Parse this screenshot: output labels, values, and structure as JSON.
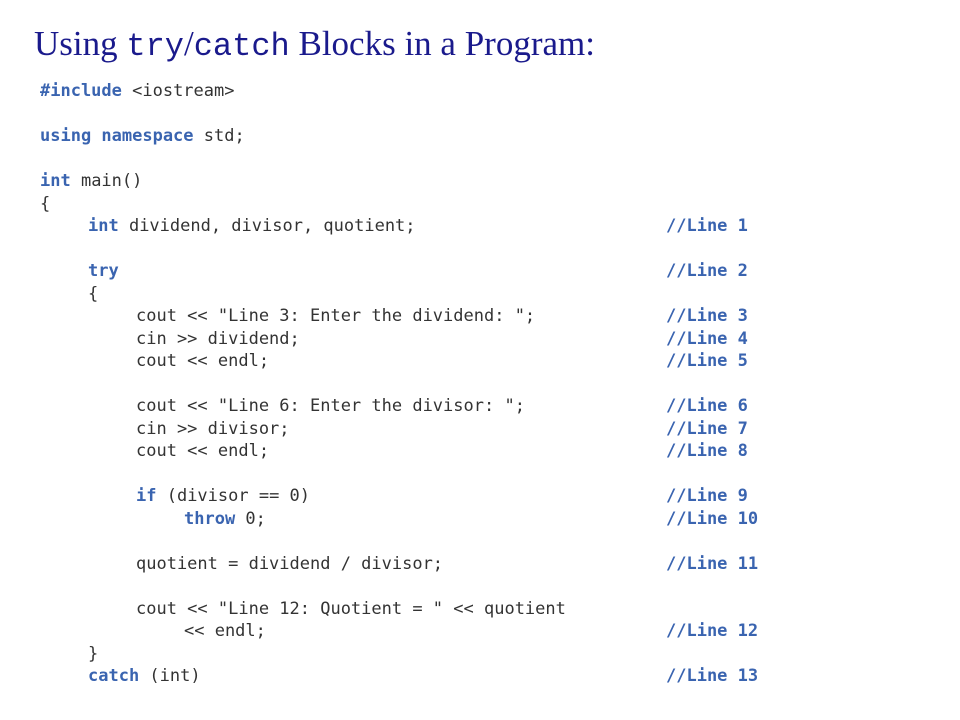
{
  "slide": {
    "title_prefix": "Using ",
    "title_try": "try",
    "title_slash": "/",
    "title_catch": "catch",
    "title_suffix": " Blocks in a Program:"
  },
  "colors": {
    "title": "#1a1a8c",
    "code_text": "#333333",
    "keyword": "#3a64b0",
    "comment": "#3a64b0"
  },
  "code_lines": [
    {
      "indent": 0,
      "keyword": "#include",
      "text": " <iostream>",
      "comment": ""
    },
    {
      "blank": true
    },
    {
      "indent": 0,
      "keyword": "using namespace",
      "text": " std;",
      "comment": ""
    },
    {
      "blank": true
    },
    {
      "indent": 0,
      "keyword": "int",
      "text": " main()",
      "comment": ""
    },
    {
      "indent": 0,
      "keyword": "",
      "text": "{",
      "comment": ""
    },
    {
      "indent": 1,
      "keyword": "int",
      "text": " dividend, divisor, quotient;",
      "comment": "//Line 1"
    },
    {
      "blank": true
    },
    {
      "indent": 1,
      "keyword": "try",
      "text": "",
      "comment": "//Line 2"
    },
    {
      "indent": 1,
      "keyword": "",
      "text": "{",
      "comment": ""
    },
    {
      "indent": 2,
      "keyword": "",
      "text": "cout << \"Line 3: Enter the dividend: \";",
      "comment": "//Line 3"
    },
    {
      "indent": 2,
      "keyword": "",
      "text": "cin >> dividend;",
      "comment": "//Line 4"
    },
    {
      "indent": 2,
      "keyword": "",
      "text": "cout << endl;",
      "comment": "//Line 5"
    },
    {
      "blank": true
    },
    {
      "indent": 2,
      "keyword": "",
      "text": "cout << \"Line 6: Enter the divisor: \";",
      "comment": "//Line 6"
    },
    {
      "indent": 2,
      "keyword": "",
      "text": "cin >> divisor;",
      "comment": "//Line 7"
    },
    {
      "indent": 2,
      "keyword": "",
      "text": "cout << endl;",
      "comment": "//Line 8"
    },
    {
      "blank": true
    },
    {
      "indent": 2,
      "keyword": "if",
      "text": " (divisor == 0)",
      "comment": "//Line 9"
    },
    {
      "indent": 3,
      "keyword": "throw",
      "text": " 0;",
      "comment": "//Line 10"
    },
    {
      "blank": true
    },
    {
      "indent": 2,
      "keyword": "",
      "text": "quotient = dividend / divisor;",
      "comment": "//Line 11"
    },
    {
      "blank": true
    },
    {
      "indent": 2,
      "keyword": "",
      "text": "cout << \"Line 12: Quotient = \" << quotient",
      "comment": ""
    },
    {
      "indent": 3,
      "keyword": "",
      "text": "<< endl;",
      "comment": "//Line 12"
    },
    {
      "indent": 1,
      "keyword": "",
      "text": "}",
      "comment": ""
    },
    {
      "indent": 1,
      "keyword": "catch",
      "text": " (int)",
      "comment": "//Line 13"
    }
  ]
}
